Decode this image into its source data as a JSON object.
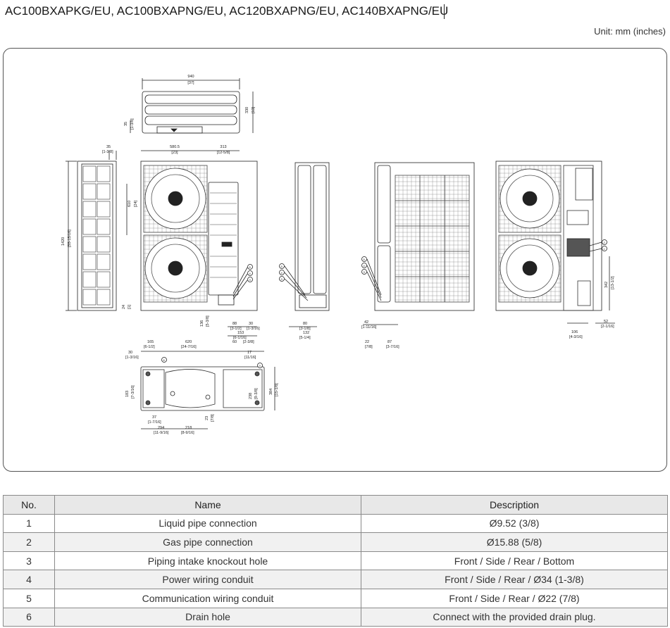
{
  "header": {
    "title": "AC100BXAPKG/EU, AC100BXAPNG/EU, AC120BXAPNG/EU, AC140BXAPNG/EU",
    "unit": "Unit: mm (inches)"
  },
  "drawing": {
    "dims": {
      "top_w": "940",
      "top_w_in": "[37]",
      "top_h": "330",
      "top_h_in": "[13]",
      "top_d": "35",
      "top_d_in": "[1-3/8]",
      "front_580": "580.5",
      "front_580_in": "[23]",
      "front_313": "313",
      "front_313_in": "[12-5/8]",
      "front_610": "610",
      "front_610_in": "[24]",
      "side_1420": "1420",
      "side_1420_in": "[55-15/16]",
      "side_24": "24",
      "side_24_in": "[1]",
      "top_35": "35",
      "top_35_in": "[1-3/8]",
      "b_88": "88",
      "b_88_in": "[3-1/2]",
      "b_30": "30",
      "b_30_in": "[1-3/16]",
      "b_153": "153",
      "b_153_in": "[6-1/16]",
      "b_136": "136",
      "b_136_in": "[5-3/8]",
      "b_132": "132",
      "b_132_in": "[5-1/4]",
      "b_80": "80",
      "b_80_in": "[3-1/8]",
      "r_42": "42",
      "r_42_in": "[1-11/16]",
      "r_22": "22",
      "r_22_in": "[7/8]",
      "r_87": "87",
      "r_87_in": "[3-7/16]",
      "rr_106": "106",
      "rr_106_in": "[4-3/16]",
      "rr_52": "52",
      "rr_52_in": "[2-1/16]",
      "rr_342": "342",
      "rr_342_in": "[13-1/2]",
      "bt_165": "165",
      "bt_165_in": "[6-1/2]",
      "bt_620": "620",
      "bt_620_in": "[24-7/16]",
      "bt_60": "60",
      "bt_60_in": "[2-3/8]",
      "bt_17": "17",
      "bt_17_in": "[11/16]",
      "bt_30": "30",
      "bt_30_in": "[1-3/16]",
      "bt_183": "183",
      "bt_183_in": "[7-3/16]",
      "bt_238": "238",
      "bt_238_in": "[9-3/8]",
      "bt_384": "384",
      "bt_384_in": "[15-1/8]",
      "bt_37": "37",
      "bt_37_in": "[1-7/16]",
      "bt_294": "294",
      "bt_294_in": "[11-9/16]",
      "bt_218": "218",
      "bt_218_in": "[8-9/16]",
      "bt_23": "23",
      "bt_23_in": "[7/8]"
    },
    "callouts": [
      "1",
      "2",
      "3",
      "4",
      "5",
      "6"
    ]
  },
  "table": {
    "headers": [
      "No.",
      "Name",
      "Description"
    ],
    "rows": [
      {
        "no": "1",
        "name": "Liquid pipe connection",
        "desc": "Ø9.52 (3/8)"
      },
      {
        "no": "2",
        "name": "Gas pipe connection",
        "desc": "Ø15.88 (5/8)"
      },
      {
        "no": "3",
        "name": "Piping intake knockout hole",
        "desc": "Front / Side / Rear / Bottom"
      },
      {
        "no": "4",
        "name": "Power wiring conduit",
        "desc": "Front / Side / Rear / Ø34 (1-3/8)"
      },
      {
        "no": "5",
        "name": "Communication wiring conduit",
        "desc": "Front / Side / Rear / Ø22 (7/8)"
      },
      {
        "no": "6",
        "name": "Drain hole",
        "desc": "Connect with the provided drain plug."
      }
    ]
  }
}
